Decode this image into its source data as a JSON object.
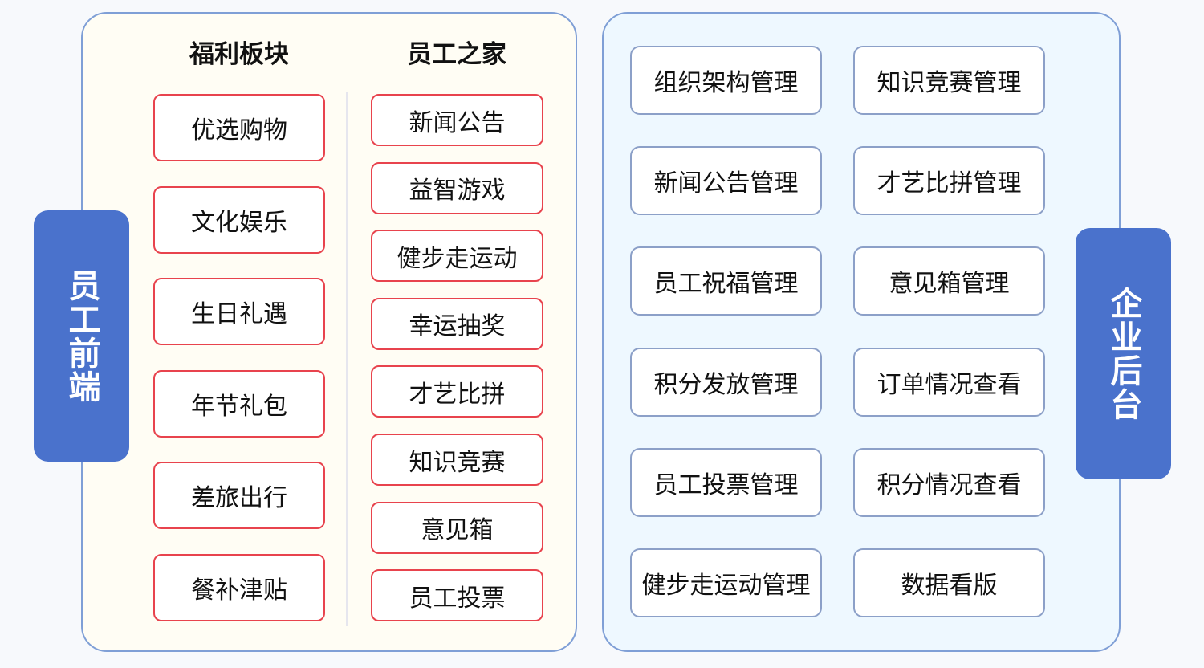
{
  "front": {
    "tab_label": "员工前端",
    "welfare": {
      "title": "福利板块",
      "items": [
        "优选购物",
        "文化娱乐",
        "生日礼遇",
        "年节礼包",
        "差旅出行",
        "餐补津贴"
      ]
    },
    "home": {
      "title": "员工之家",
      "items": [
        "新闻公告",
        "益智游戏",
        "健步走运动",
        "幸运抽奖",
        "才艺比拼",
        "知识竞赛",
        "意见箱",
        "员工投票"
      ]
    }
  },
  "back": {
    "tab_label": "企业后台",
    "left_items": [
      "组织架构管理",
      "新闻公告管理",
      "员工祝福管理",
      "积分发放管理",
      "员工投票管理",
      "健步走运动管理"
    ],
    "right_items": [
      "知识竞赛管理",
      "才艺比拼管理",
      "意见箱管理",
      "订单情况查看",
      "积分情况查看",
      "数据看版"
    ]
  },
  "colors": {
    "tab_blue": "#4a72cc",
    "red_border": "#e8434d",
    "panel_border": "#7f9fd6"
  }
}
